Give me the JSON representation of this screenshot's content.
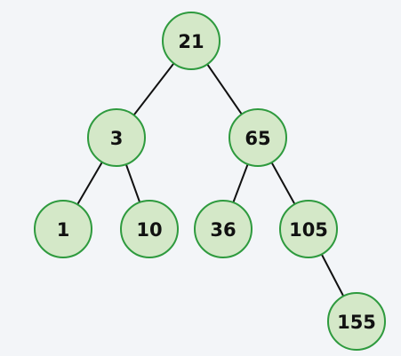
{
  "tree": {
    "colors": {
      "background": "#f3f5f8",
      "node_fill": "#d4e8c8",
      "node_stroke": "#2e9a3e",
      "edge": "#111111",
      "text": "#111111"
    },
    "nodes": [
      {
        "id": "n21",
        "label": "21"
      },
      {
        "id": "n3",
        "label": "3"
      },
      {
        "id": "n65",
        "label": "65"
      },
      {
        "id": "n1",
        "label": "1"
      },
      {
        "id": "n10",
        "label": "10"
      },
      {
        "id": "n36",
        "label": "36"
      },
      {
        "id": "n105",
        "label": "105"
      },
      {
        "id": "n155",
        "label": "155"
      }
    ],
    "edges": [
      {
        "from": "n21",
        "to": "n3"
      },
      {
        "from": "n21",
        "to": "n65"
      },
      {
        "from": "n3",
        "to": "n1"
      },
      {
        "from": "n3",
        "to": "n10"
      },
      {
        "from": "n65",
        "to": "n36"
      },
      {
        "from": "n65",
        "to": "n105"
      },
      {
        "from": "n105",
        "to": "n155"
      }
    ]
  }
}
